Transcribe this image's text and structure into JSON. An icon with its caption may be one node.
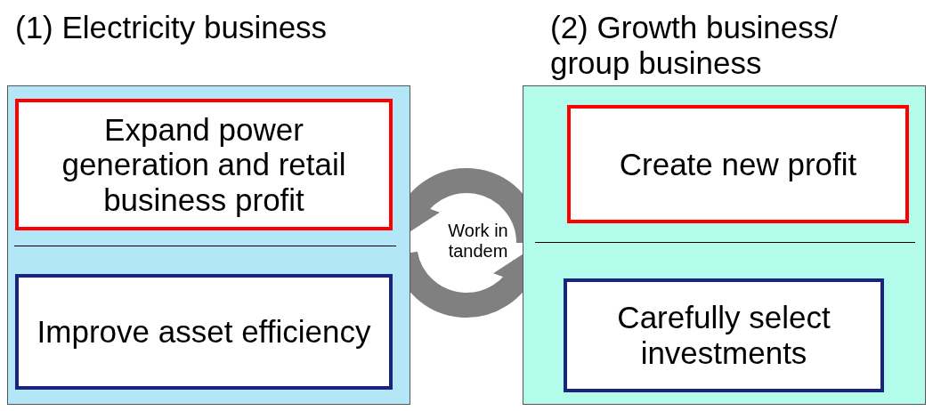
{
  "diagram": {
    "nodes": [
      {
        "text": [
          "(1) Electricity business"
        ]
      },
      {
        "text": [
          "Expand power generation and retail business profit"
        ],
        "in": 0
      },
      {
        "text": [
          "Improve asset efficiency"
        ],
        "in": 0
      },
      {
        "text": [
          "(2) Growth business/ group business"
        ]
      },
      {
        "text": [
          "Create new profit"
        ],
        "in": 3
      },
      {
        "text": [
          "Carefully select investments"
        ],
        "in": 3
      }
    ],
    "edges": [
      {
        "from": 3,
        "to": 0,
        "arrow": "to"
      },
      {
        "from": 0,
        "to": 3,
        "arrow": "to"
      }
    ],
    "labels": [
      "Work in tandem"
    ]
  }
}
